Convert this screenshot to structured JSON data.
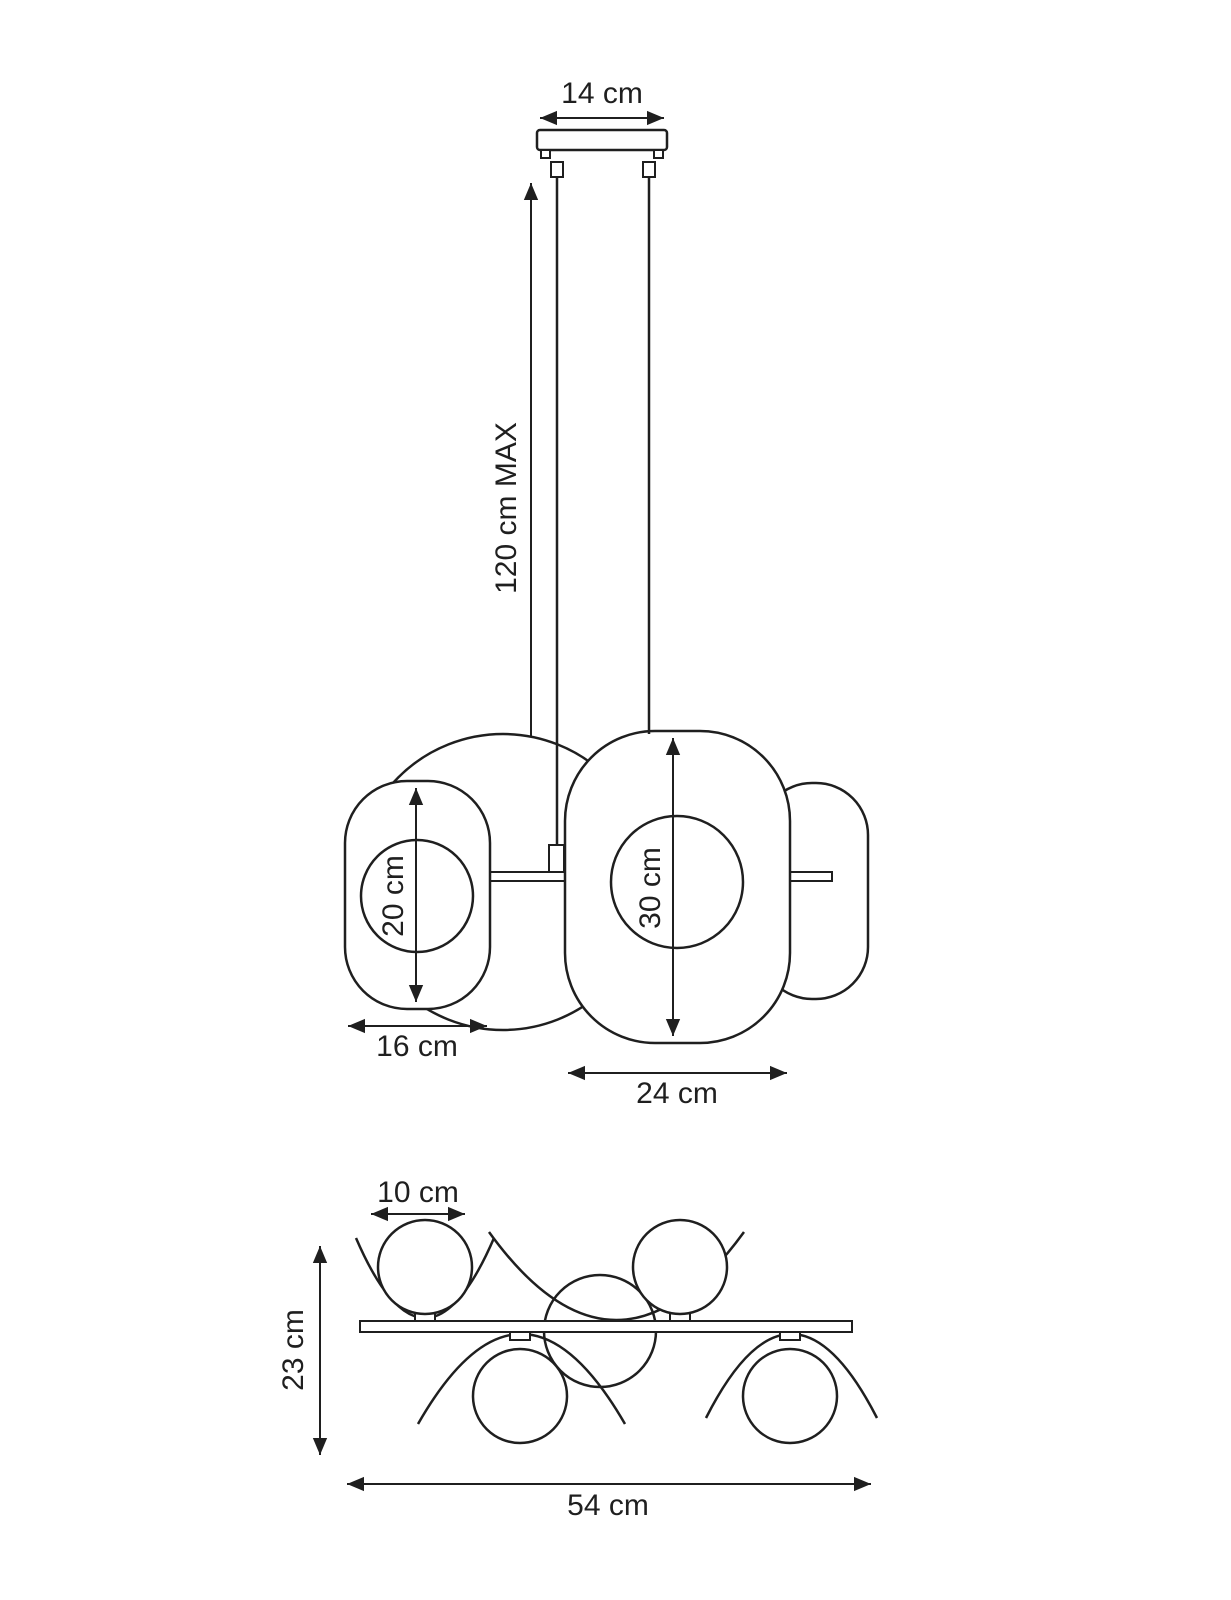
{
  "front_view": {
    "canopy_width": "14 cm",
    "drop_height_max": "120 cm MAX",
    "small_shade_height": "20 cm",
    "small_shade_width": "16 cm",
    "large_shade_height": "30 cm",
    "large_shade_width": "24 cm"
  },
  "top_view": {
    "globe_width": "10 cm",
    "depth": "23 cm",
    "total_width": "54 cm"
  },
  "style": {
    "line_color": "#1f1f1f",
    "background_color": "#ffffff"
  }
}
